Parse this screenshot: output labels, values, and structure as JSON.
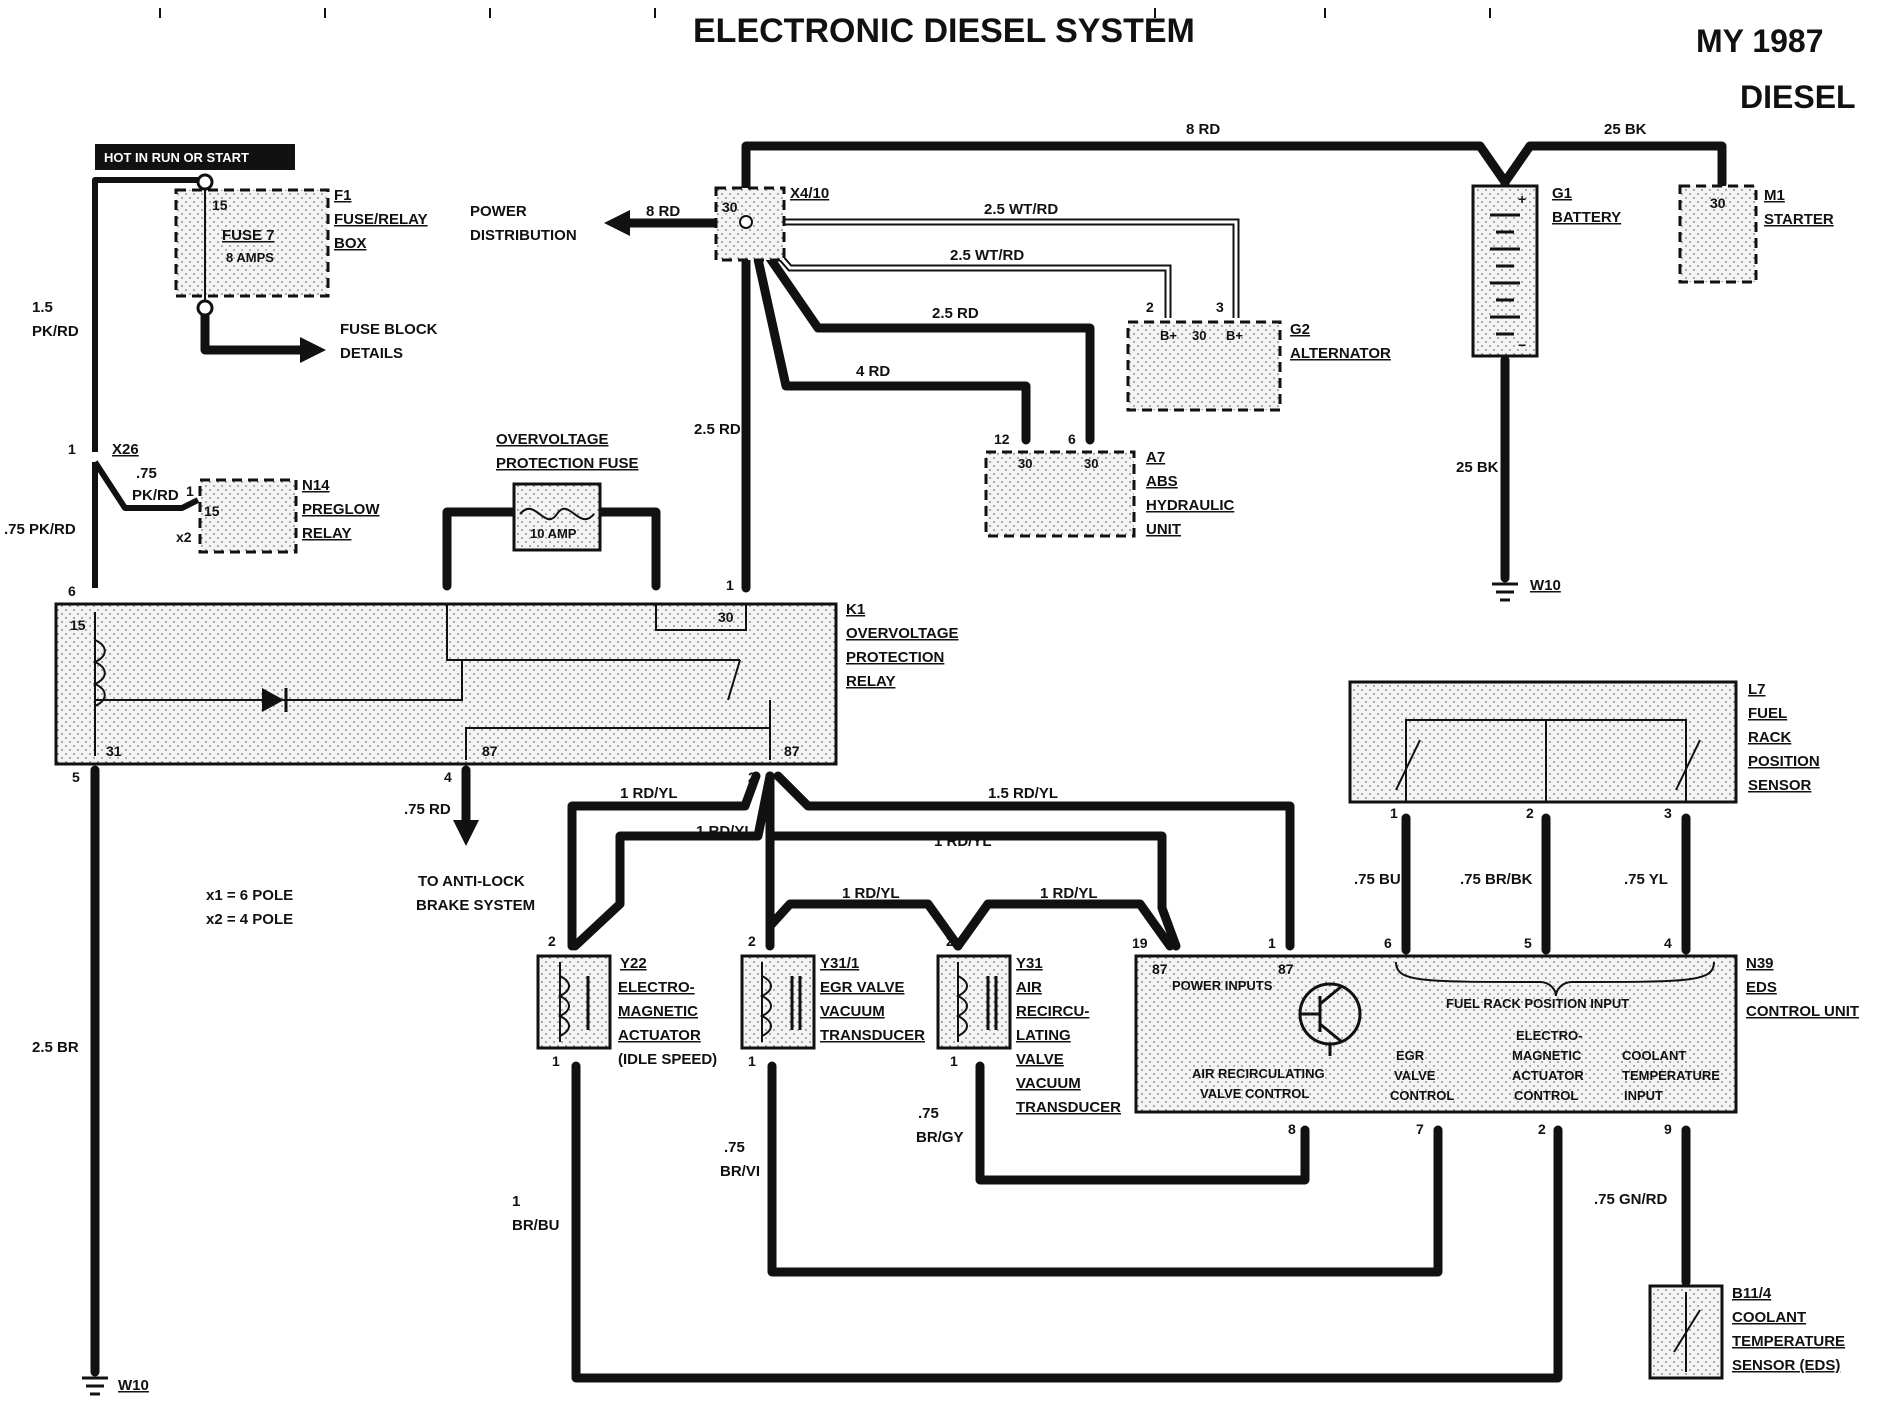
{
  "title": "ELECTRONIC DIESEL SYSTEM",
  "model_year": "MY 1987",
  "engine": "DIESEL",
  "hot_label": "HOT IN RUN OR START",
  "power_distribution": [
    "POWER",
    "DISTRIBUTION"
  ],
  "fuse_block_details": [
    "FUSE BLOCK",
    "DETAILS"
  ],
  "pole_note": [
    "x1 = 6 POLE",
    "x2 = 4 POLE"
  ],
  "anti_lock": [
    "TO ANTI-LOCK",
    "BRAKE SYSTEM"
  ],
  "components": {
    "f1": {
      "code": "F1",
      "name": [
        "FUSE/RELAY",
        "BOX"
      ],
      "fuse": "FUSE 7",
      "amps": "8 AMPS",
      "pin": "15"
    },
    "x4_10": {
      "code": "X4/10",
      "pin": "30"
    },
    "g1": {
      "code": "G1",
      "name": [
        "BATTERY"
      ]
    },
    "m1": {
      "code": "M1",
      "name": [
        "STARTER"
      ],
      "pin": "30"
    },
    "g2": {
      "code": "G2",
      "name": [
        "ALTERNATOR"
      ],
      "pins": [
        "B+",
        "30",
        "B+"
      ]
    },
    "a7": {
      "code": "A7",
      "name": [
        "ABS",
        "HYDRAULIC",
        "UNIT"
      ],
      "pins": [
        "30",
        "30"
      ]
    },
    "x26": {
      "code": "X26"
    },
    "n14": {
      "code": "N14",
      "name": [
        "PREGLOW",
        "RELAY"
      ],
      "pin": "15"
    },
    "ovp_fuse": {
      "name": [
        "OVERVOLTAGE",
        "PROTECTION FUSE"
      ],
      "amps": "10 AMP"
    },
    "k1": {
      "code": "K1",
      "name": [
        "OVERVOLTAGE",
        "PROTECTION",
        "RELAY"
      ],
      "pins": {
        "p15": "15",
        "p30": "30",
        "p31": "31",
        "p87a": "87",
        "p87b": "87"
      }
    },
    "l7": {
      "code": "L7",
      "name": [
        "FUEL",
        "RACK",
        "POSITION",
        "SENSOR"
      ]
    },
    "y22": {
      "code": "Y22",
      "name": [
        "ELECTRO-",
        "MAGNETIC",
        "ACTUATOR"
      ],
      "sub": "(IDLE SPEED)"
    },
    "y31_1": {
      "code": "Y31/1",
      "name": [
        "EGR VALVE",
        "VACUUM",
        "TRANSDUCER"
      ]
    },
    "y31": {
      "code": "Y31",
      "name": [
        "AIR",
        "RECIRCU-",
        "LATING",
        "VALVE",
        "VACUUM",
        "TRANSDUCER"
      ]
    },
    "n39": {
      "code": "N39",
      "name": [
        "EDS",
        "CONTROL UNIT"
      ],
      "pins": {
        "p87a": "87",
        "p87b": "87"
      },
      "power_inputs": "POWER INPUTS",
      "fuel_rack_input": "FUEL RACK POSITION INPUT",
      "air_recirc": [
        "AIR RECIRCULATING",
        "VALVE CONTROL"
      ],
      "egr": [
        "EGR",
        "VALVE",
        "CONTROL"
      ],
      "ema": [
        "ELECTRO-",
        "MAGNETIC",
        "ACTUATOR",
        "CONTROL"
      ],
      "coolant": [
        "COOLANT",
        "TEMPERATURE",
        "INPUT"
      ]
    },
    "b11_4": {
      "code": "B11/4",
      "name": [
        "COOLANT",
        "TEMPERATURE",
        "SENSOR (EDS)"
      ]
    },
    "w10": {
      "code": "W10"
    }
  },
  "wires": {
    "w_8rd_top": "8 RD",
    "w_25bk_top": "25 BK",
    "w_8rd_pd": "8 RD",
    "w_25wtrd_a": "2.5 WT/RD",
    "w_25wtrd_b": "2.5 WT/RD",
    "w_25rd": "2.5 RD",
    "w_4rd": "4 RD",
    "w_25rd_v": "2.5 RD",
    "w_25bk_v": "25 BK",
    "w_15pkrd": [
      "1.5",
      "PK/RD"
    ],
    "w_75pkrd_a": [
      ".75",
      "PK/RD"
    ],
    "w_75pkrd_b": ".75 PK/RD",
    "w_75rd": ".75 RD",
    "w_25br": "2.5 BR",
    "w_1rdyl_a": "1 RD/YL",
    "w_15rdyl": "1.5 RD/YL",
    "w_1rdyl_b": "1 RD/YL",
    "w_1rdyl_c": "1 RD/YL",
    "w_1rdyl_d": "1 RD/YL",
    "w_1rdyl_e": "1 RD/YL",
    "w_75bu": ".75 BU",
    "w_75brbk": ".75 BR/BK",
    "w_75yl": ".75 YL",
    "w_75brgy": [
      ".75",
      "BR/GY"
    ],
    "w_75brvi": [
      ".75",
      "BR/VI"
    ],
    "w_1brbu": [
      "1",
      "BR/BU"
    ],
    "w_75gnrd": ".75 GN/RD"
  },
  "pin_numbers": {
    "g2_2": "2",
    "g2_3": "3",
    "a7_12": "12",
    "a7_6": "6",
    "x26_1": "1",
    "n14_1": "1",
    "n14_x2": "x2",
    "k1_6": "6",
    "k1_1": "1",
    "k1_5": "5",
    "k1_4": "4",
    "k1_2": "2",
    "l7_1": "1",
    "l7_2": "2",
    "l7_3": "3",
    "n39_6": "6",
    "n39_5": "5",
    "n39_4": "4",
    "n39_1": "1",
    "n39_19": "19",
    "n39_8": "8",
    "n39_7": "7",
    "n39_2": "2",
    "n39_9": "9",
    "y22_2": "2",
    "y22_1": "1",
    "y311_2": "2",
    "y311_1": "1",
    "y31_2": "2",
    "y31_1": "1"
  }
}
